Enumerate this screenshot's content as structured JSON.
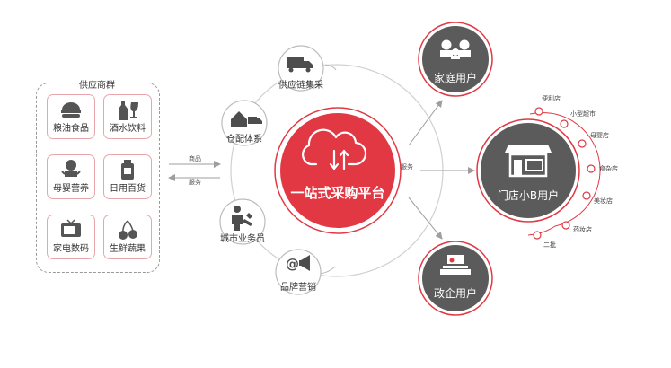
{
  "supplier_group": {
    "title": "供应商群",
    "items": [
      {
        "label": "粮油食品",
        "icon": "burger-icon"
      },
      {
        "label": "酒水饮料",
        "icon": "bottle-glass-icon"
      },
      {
        "label": "母婴营养",
        "icon": "baby-icon"
      },
      {
        "label": "日用百货",
        "icon": "jar-icon"
      },
      {
        "label": "家电数码",
        "icon": "tv-icon"
      },
      {
        "label": "生鲜蔬果",
        "icon": "cherry-icon"
      }
    ]
  },
  "left_flow": {
    "top_label": "商品",
    "bottom_label": "服务"
  },
  "right_flow": {
    "label": "服务"
  },
  "platform": {
    "label": "一站式采购平台",
    "icon": "cloud-exchange-icon",
    "color": "#e13843"
  },
  "satellites": [
    {
      "label": "供应链集采",
      "icon": "truck-icon"
    },
    {
      "label": "仓配体系",
      "icon": "warehouse-truck-icon"
    },
    {
      "label": "城市业务员",
      "icon": "salesman-icon"
    },
    {
      "label": "品牌营销",
      "icon": "at-megaphone-icon"
    }
  ],
  "targets": {
    "family": {
      "label": "家庭用户",
      "icon": "family-icon"
    },
    "store": {
      "label": "门店小B用户",
      "icon": "storefront-icon"
    },
    "gov": {
      "label": "政企用户",
      "icon": "office-icon"
    }
  },
  "store_types": [
    "便利店",
    "小型超市",
    "母婴店",
    "食杂店",
    "美妆店",
    "药妆店",
    "二批"
  ],
  "colors": {
    "accent": "#e13843",
    "dark_circle": "#5b5b5b",
    "ring_stroke": "#d96a72",
    "line": "#9e9e9e"
  }
}
